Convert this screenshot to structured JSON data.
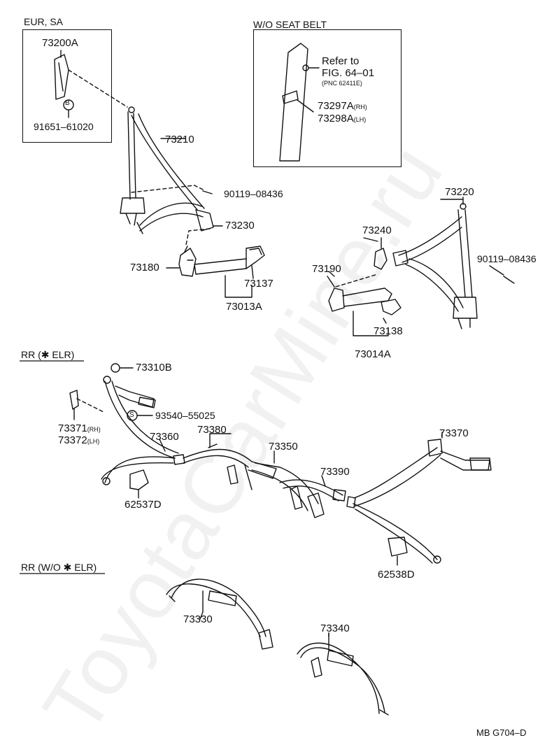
{
  "watermark": "ToyotaCarMine.ru",
  "sections": {
    "eur_sa": "EUR, SA",
    "wo_seat_belt": "W/O SEAT BELT",
    "rr_elr": "RR (✱ ELR)",
    "rr_wo_elr": "RR (W/O ✱ ELR)"
  },
  "reference": {
    "line1": "Refer to",
    "line2": "FIG. 64–01",
    "line3": "(PNC 62411E)"
  },
  "parts": {
    "p73200A": "73200A",
    "p91651": "91651–61020",
    "b_marker": "B",
    "s_marker": "S",
    "p73210": "73210",
    "p90119_left": "90119–08436",
    "p73230": "73230",
    "p73180": "73180",
    "p73137": "73137",
    "p73013A": "73013A",
    "p73297A": "73297A",
    "p73297A_side": "(RH)",
    "p73298A": "73298A",
    "p73298A_side": "(LH)",
    "p73220": "73220",
    "p73240": "73240",
    "p90119_right": "90119–08436",
    "p73190": "73190",
    "p73138": "73138",
    "p73014A": "73014A",
    "p73310B": "73310B",
    "p93540": "93540–55025",
    "p73371": "73371",
    "p73371_side": "(RH)",
    "p73372": "73372",
    "p73372_side": "(LH)",
    "p73360": "73360",
    "p73380": "73380",
    "p73350": "73350",
    "p73370": "73370",
    "p73390": "73390",
    "p62537D": "62537D",
    "p62538D": "62538D",
    "p73330": "73330",
    "p73340": "73340"
  },
  "figure_code": "MB G704–D"
}
